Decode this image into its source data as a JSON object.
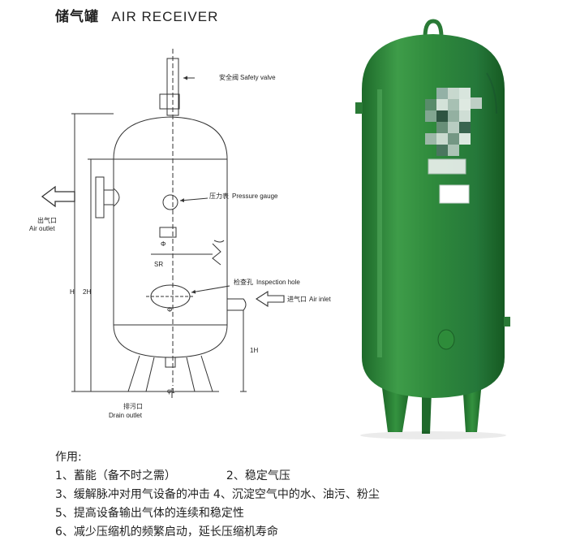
{
  "title": {
    "cn": "储气罐",
    "en": "AIR RECEIVER"
  },
  "diagram_labels": {
    "safety_valve_cn": "安全阀",
    "safety_valve_en": "Safety valve",
    "pressure_gauge_cn": "压力表",
    "pressure_gauge_en": "Pressure gauge",
    "inspection_hole_cn": "检查孔",
    "inspection_hole_en": "Inspection hole",
    "air_outlet_cn": "出气口",
    "air_outlet_en": "Air outlet",
    "air_inlet_cn": "进气口",
    "air_inlet_en": "Air inlet",
    "drain_outlet_cn": "排污口",
    "drain_outlet_en": "Drain outlet",
    "sr": "SR",
    "phi": "Φ",
    "phi1": "φ1",
    "dim_h": "H",
    "dim_2h": "2H",
    "dim_1h": "1H"
  },
  "functions": {
    "heading": "作用:",
    "item1": "1、蓄能（备不时之需）",
    "item2": "2、稳定气压",
    "item3": "3、缓解脉冲对用气设备的冲击",
    "item4": "4、沉淀空气中的水、油污、粉尘",
    "item5": "5、提高设备输出气体的连续和稳定性",
    "item6": "6、减少压缩机的频繁启动，延长压缩机寿命"
  },
  "colors": {
    "tank_green": "#2f8a3c",
    "tank_dark": "#1f6a2b",
    "tank_light": "#5fb866",
    "line": "#333333"
  }
}
